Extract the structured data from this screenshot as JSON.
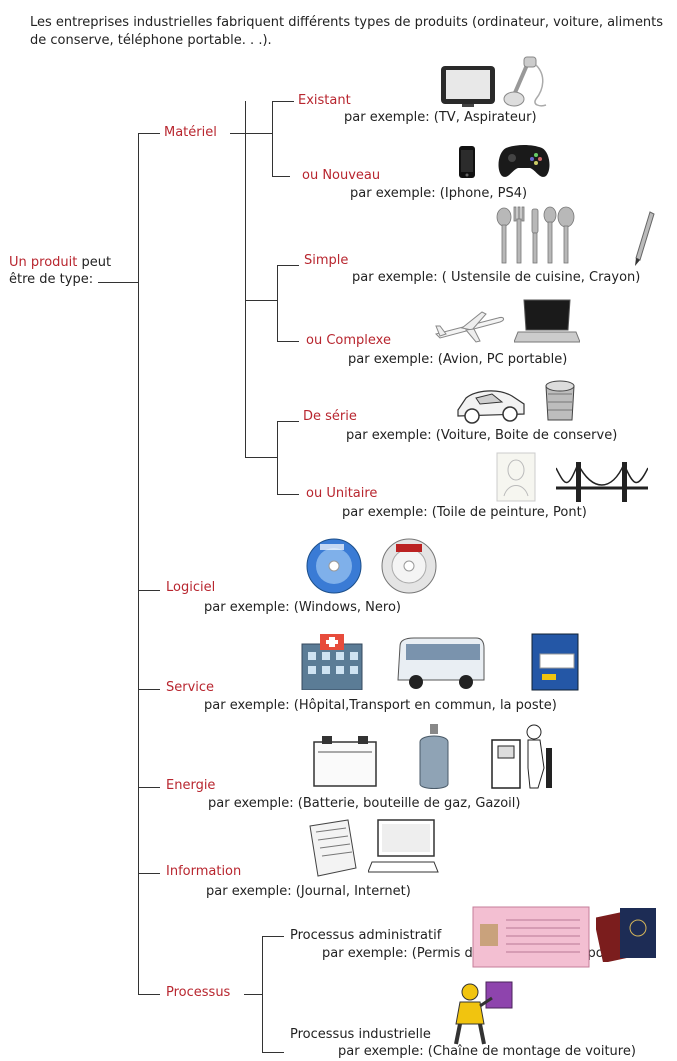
{
  "intro": "Les entreprises industrielles fabriquent différents types de produits (ordinateur, voiture, aliments de conserve, téléphone portable. . .).",
  "root": {
    "label": "Un produit",
    "suffix1": "peut",
    "suffix2": "être de type:"
  },
  "materiel": {
    "label": "Matériel",
    "existant": {
      "label": "Existant",
      "example": "par exemple: (TV, Aspirateur)"
    },
    "nouveau": {
      "label": "ou Nouveau",
      "example": "par exemple: (Iphone, PS4)"
    },
    "simple": {
      "label": "Simple",
      "example": "par exemple:  ( Ustensile de cuisine, Crayon)"
    },
    "complexe": {
      "label": "ou Complexe",
      "example": "par exemple: (Avion, PC portable)"
    },
    "serie": {
      "label": "De série",
      "example": "par exemple: (Voiture, Boite de conserve)"
    },
    "unitaire": {
      "label": "ou Unitaire",
      "example": "par exemple: (Toile de peinture, Pont)"
    }
  },
  "logiciel": {
    "label": "Logiciel",
    "example": "par exemple: (Windows, Nero)"
  },
  "service": {
    "label": "Service",
    "example": "par exemple: (Hôpital,Transport en commun, la poste)"
  },
  "energie": {
    "label": "Energie",
    "example": "par exemple: (Batterie, bouteille de gaz, Gazoil)"
  },
  "information": {
    "label": "Information",
    "example": "par exemple: (Journal, Internet)"
  },
  "processus": {
    "label": "Processus",
    "administratif": {
      "label": "Processus administratif",
      "example": "par exemple: (Permis de conduire, passeport)"
    },
    "industrielle": {
      "label": "Processus industrielle",
      "example": "par exemple: (Chaîne de montage de voiture)"
    }
  },
  "colors": {
    "category": "#b8262f",
    "text": "#222222",
    "lines": "#333333"
  },
  "icons": [
    "tv-icon",
    "vacuum-icon",
    "iphone-icon",
    "gamepad-icon",
    "utensils-icon",
    "pencil-icon",
    "airplane-icon",
    "laptop-icon",
    "car-icon",
    "tin-can-icon",
    "painting-icon",
    "bridge-icon",
    "windows-cd-icon",
    "nero-cd-icon",
    "hospital-icon",
    "bus-icon",
    "mailbox-icon",
    "battery-icon",
    "gas-bottle-icon",
    "gas-pump-icon",
    "newspaper-icon",
    "computer-icon",
    "driving-license-icon",
    "passport-icon",
    "assembly-worker-icon"
  ]
}
